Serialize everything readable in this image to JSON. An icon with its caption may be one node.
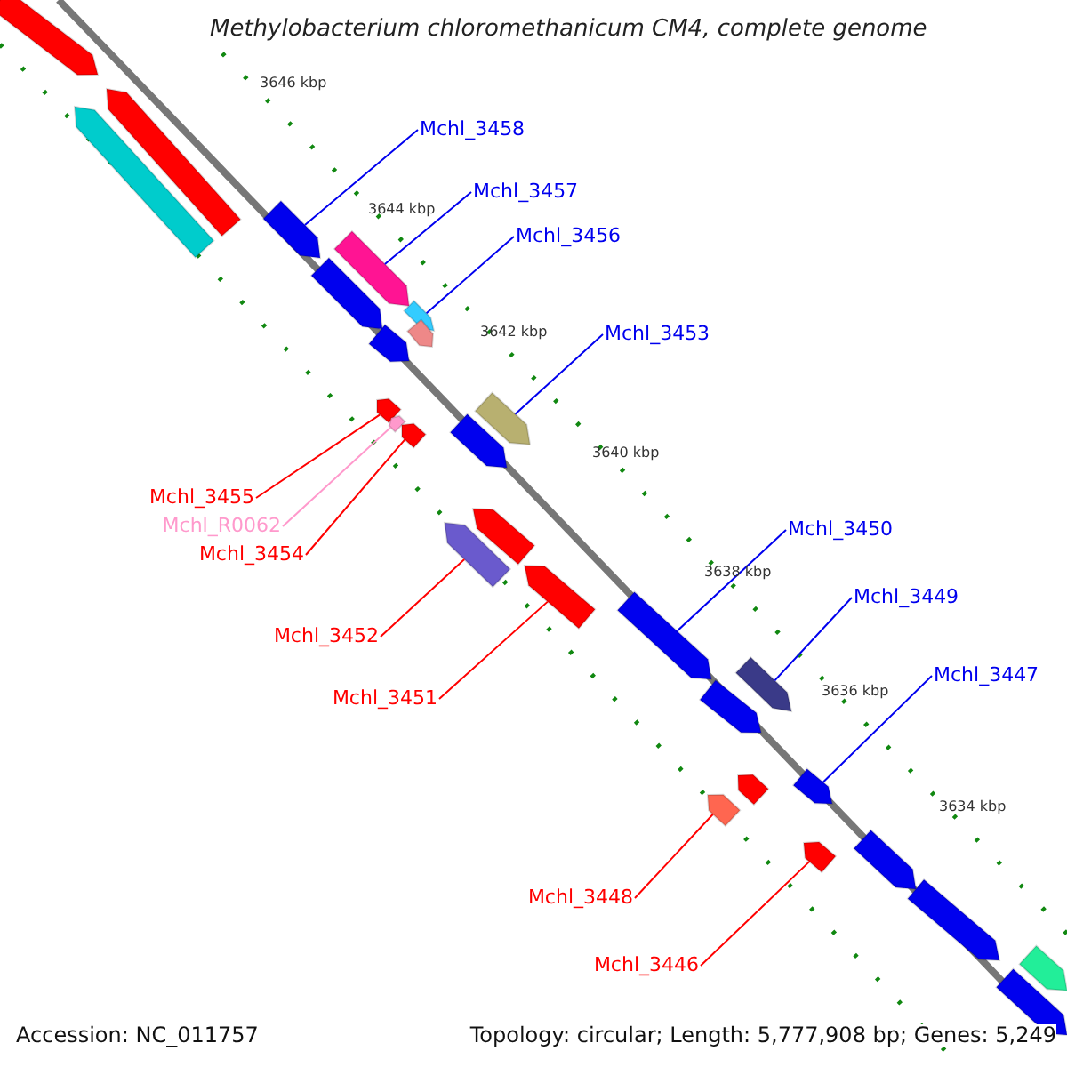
{
  "diagram": {
    "title": "Methylobacterium chloromethanicum CM4, complete genome",
    "nodes": [
      {
        "text": [
          "Mchl_3458"
        ]
      },
      {
        "text": [
          "Mchl_3457"
        ]
      },
      {
        "text": [
          "Mchl_3456"
        ]
      },
      {
        "text": [
          "Mchl_3453"
        ]
      },
      {
        "text": [
          "Mchl_3455"
        ]
      },
      {
        "text": [
          "Mchl_R0062"
        ]
      },
      {
        "text": [
          "Mchl_3454"
        ]
      },
      {
        "text": [
          "Mchl_3452"
        ]
      },
      {
        "text": [
          "Mchl_3451"
        ]
      },
      {
        "text": [
          "Mchl_3450"
        ]
      },
      {
        "text": [
          "Mchl_3449"
        ]
      },
      {
        "text": [
          "Mchl_3447"
        ]
      },
      {
        "text": [
          "Mchl_3448"
        ]
      },
      {
        "text": [
          "Mchl_3446"
        ]
      },
      {
        "text": [],
        "shape": "bar"
      },
      {
        "text": [],
        "shape": "bar"
      },
      {
        "text": [],
        "shape": "bar"
      },
      {
        "text": [],
        "shape": "bar"
      },
      {
        "text": [],
        "shape": "bar"
      },
      {
        "text": [],
        "shape": "bar"
      },
      {
        "text": [],
        "shape": "bar"
      },
      {
        "text": [],
        "shape": "bar"
      },
      {
        "text": [],
        "shape": "bar"
      },
      {
        "text": [],
        "shape": "bar"
      },
      {
        "text": [],
        "shape": "bar"
      },
      {
        "text": [],
        "shape": "bar"
      },
      {
        "text": [],
        "shape": "bar"
      },
      {
        "text": [],
        "shape": "bar"
      },
      {
        "text": [],
        "shape": "bar"
      },
      {
        "text": [],
        "shape": "bar"
      },
      {
        "text": [],
        "shape": "bar"
      },
      {
        "text": [],
        "shape": "bar"
      },
      {
        "text": [],
        "shape": "bar"
      },
      {
        "text": [],
        "shape": "bar"
      },
      {
        "text": [],
        "shape": "bar"
      },
      {
        "text": [],
        "shape": "bar"
      },
      {
        "text": [],
        "shape": "bar"
      },
      {
        "text": [],
        "shape": "bar"
      },
      {
        "text": [],
        "shape": "bar"
      },
      {
        "text": [],
        "shape": "bar"
      },
      {
        "text": [],
        "shape": "bar"
      },
      {
        "text": [],
        "shape": "bar"
      }
    ],
    "edges": [
      {
        "from": 0,
        "to": 14,
        "arrow": "none"
      },
      {
        "from": 1,
        "to": 15,
        "arrow": "none"
      },
      {
        "from": 2,
        "to": 16,
        "arrow": "none"
      },
      {
        "from": 3,
        "to": 17,
        "arrow": "none"
      },
      {
        "from": 4,
        "to": 18,
        "arrow": "none",
        "color": "#ff0000"
      },
      {
        "from": 5,
        "to": 19,
        "arrow": "none",
        "color": "#ff99cc"
      },
      {
        "from": 6,
        "to": 20,
        "arrow": "none",
        "color": "#ff0000"
      },
      {
        "from": 7,
        "to": 21,
        "arrow": "none",
        "color": "#ff0000"
      },
      {
        "from": 8,
        "to": 22,
        "arrow": "none",
        "color": "#ff0000"
      },
      {
        "from": 9,
        "to": 23,
        "arrow": "none"
      },
      {
        "from": 10,
        "to": 24,
        "arrow": "none"
      },
      {
        "from": 11,
        "to": 25,
        "arrow": "none"
      },
      {
        "from": 12,
        "to": 26,
        "arrow": "none",
        "color": "#ff0000"
      },
      {
        "from": 13,
        "to": 27,
        "arrow": "none",
        "color": "#ff0000"
      }
    ],
    "labels": [
      "3646 kbp",
      "3644 kbp",
      "3642 kbp",
      "3640 kbp",
      "3638 kbp",
      "3636 kbp",
      "3634 kbp",
      "Accession: NC_011757",
      "Topology: circular; Length: 5,777,908 bp; Genes: 5,249"
    ]
  }
}
